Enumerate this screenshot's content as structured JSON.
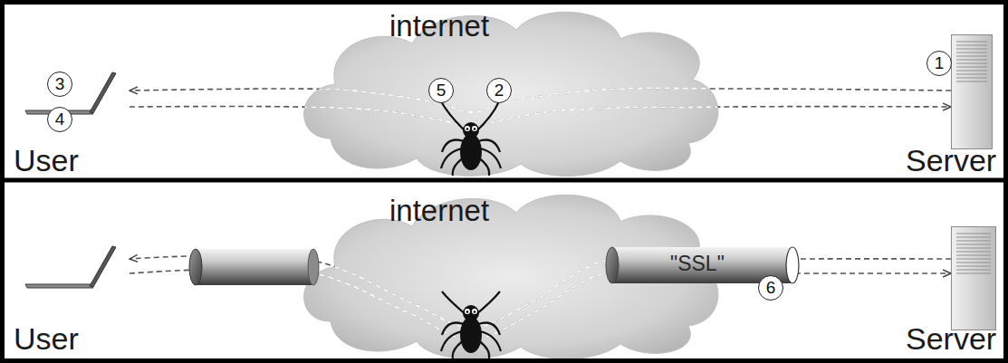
{
  "diagram": {
    "nodes": [
      {
        "text": [
          "User"
        ]
      },
      {
        "text": [
          "internet"
        ]
      },
      {
        "text": [
          "Server"
        ]
      },
      {
        "text": [
          "User"
        ]
      },
      {
        "text": [
          "internet"
        ]
      },
      {
        "text": [
          "\"SSL\""
        ]
      },
      {
        "text": [
          "Server"
        ]
      }
    ],
    "edges": [
      {
        "from": 2,
        "to": 0,
        "arrow": "to"
      },
      {
        "from": 0,
        "to": 2,
        "arrow": "to"
      },
      {
        "from": 6,
        "to": 3,
        "arrow": "to"
      },
      {
        "from": 3,
        "to": 6,
        "arrow": "to"
      }
    ],
    "labels": [
      "1",
      "2",
      "3",
      "4",
      "5",
      "6"
    ]
  }
}
